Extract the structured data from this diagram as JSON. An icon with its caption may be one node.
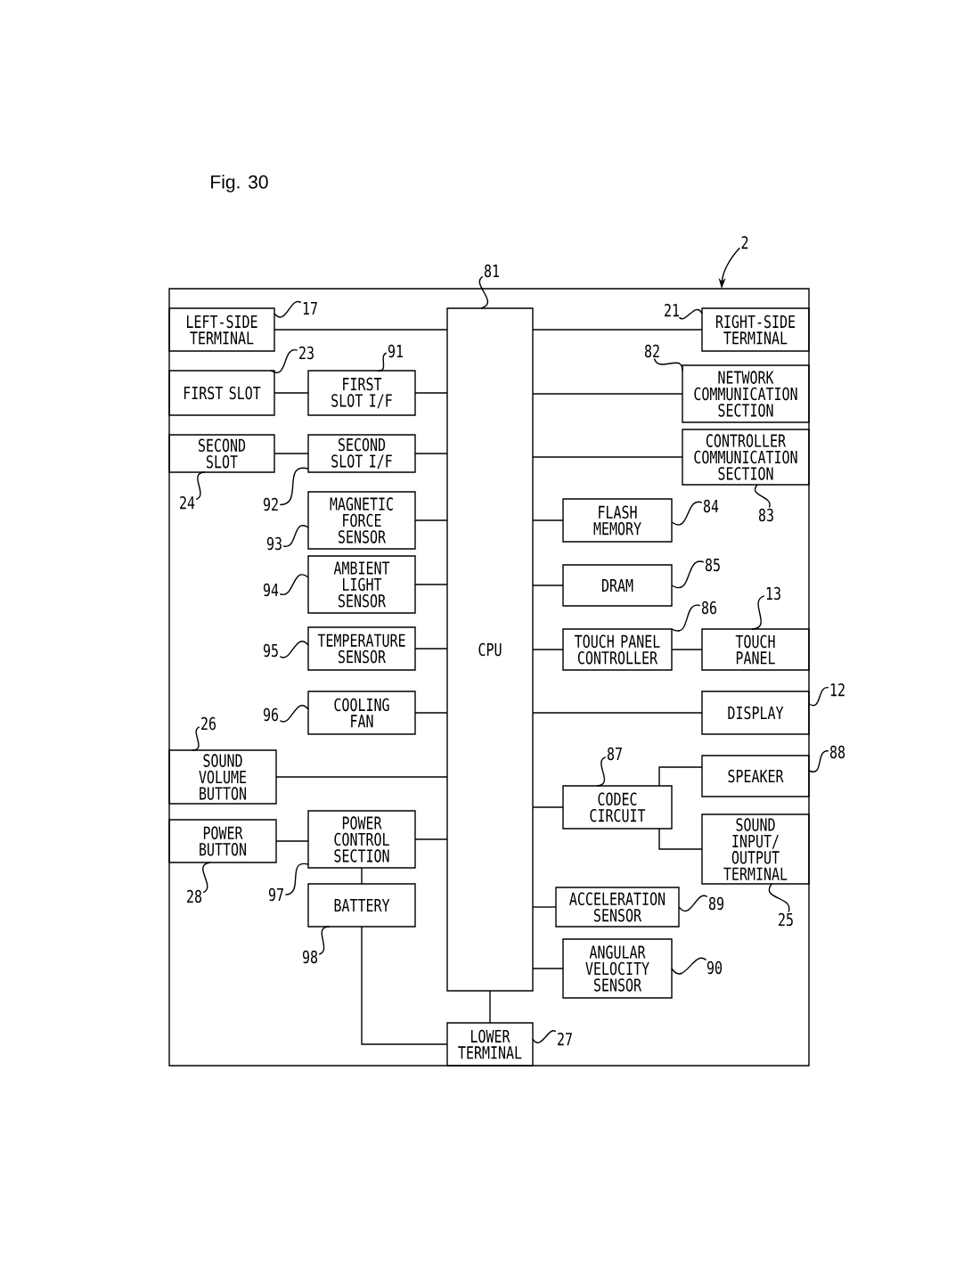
{
  "diagram": {
    "title": "Fig. 30",
    "nodes": [
      {
        "text": [],
        "shape": "box"
      },
      {
        "text": [
          "2"
        ]
      },
      {
        "text": [
          "CPU"
        ],
        "in": 0
      },
      {
        "text": [
          "81"
        ]
      },
      {
        "text": [
          "LEFT-SIDE TERMINAL"
        ],
        "in": 0
      },
      {
        "text": [
          "17"
        ],
        "in": 0
      },
      {
        "text": [
          "RIGHT-SIDE TERMINAL"
        ],
        "in": 0
      },
      {
        "text": [
          "21"
        ],
        "in": 0
      },
      {
        "text": [
          "FIRST SLOT"
        ],
        "in": 0
      },
      {
        "text": [
          "23"
        ],
        "in": 0
      },
      {
        "text": [
          "FIRST SLOT I/F"
        ],
        "in": 0
      },
      {
        "text": [
          "91"
        ],
        "in": 0
      },
      {
        "text": [
          "NETWORK COMMUNICATION SECTION"
        ],
        "in": 0
      },
      {
        "text": [
          "82"
        ],
        "in": 0
      },
      {
        "text": [
          "SECOND SLOT"
        ],
        "in": 0
      },
      {
        "text": [
          "24"
        ],
        "in": 0
      },
      {
        "text": [
          "SECOND SLOT I/F"
        ],
        "in": 0
      },
      {
        "text": [
          "92"
        ],
        "in": 0
      },
      {
        "text": [
          "CONTROLLER COMMUNICATION SECTION"
        ],
        "in": 0
      },
      {
        "text": [
          "83"
        ],
        "in": 0
      },
      {
        "text": [
          "MAGNETIC FORCE SENSOR"
        ],
        "in": 0
      },
      {
        "text": [
          "93"
        ],
        "in": 0
      },
      {
        "text": [
          "FLASH MEMORY"
        ],
        "in": 0
      },
      {
        "text": [
          "84"
        ],
        "in": 0
      },
      {
        "text": [
          "AMBIENT LIGHT SENSOR"
        ],
        "in": 0
      },
      {
        "text": [
          "94"
        ],
        "in": 0
      },
      {
        "text": [
          "DRAM"
        ],
        "in": 0
      },
      {
        "text": [
          "85"
        ],
        "in": 0
      },
      {
        "text": [
          "TEMPERATURE SENSOR"
        ],
        "in": 0
      },
      {
        "text": [
          "95"
        ],
        "in": 0
      },
      {
        "text": [
          "TOUCH PANEL CONTROLLER"
        ],
        "in": 0
      },
      {
        "text": [
          "86"
        ],
        "in": 0
      },
      {
        "text": [
          "TOUCH PANEL"
        ],
        "in": 0
      },
      {
        "text": [
          "13"
        ],
        "in": 0
      },
      {
        "text": [
          "COOLING FAN"
        ],
        "in": 0
      },
      {
        "text": [
          "96"
        ],
        "in": 0
      },
      {
        "text": [
          "DISPLAY"
        ],
        "in": 0
      },
      {
        "text": [
          "12"
        ]
      },
      {
        "text": [
          "SOUND VOLUME BUTTON"
        ],
        "in": 0
      },
      {
        "text": [
          "26"
        ],
        "in": 0
      },
      {
        "text": [
          "SPEAKER"
        ],
        "in": 0
      },
      {
        "text": [
          "88"
        ]
      },
      {
        "text": [
          "CODEC CIRCUIT"
        ],
        "in": 0
      },
      {
        "text": [
          "87"
        ],
        "in": 0
      },
      {
        "text": [
          "POWER BUTTON"
        ],
        "in": 0
      },
      {
        "text": [
          "28"
        ],
        "in": 0
      },
      {
        "text": [
          "POWER CONTROL SECTION"
        ],
        "in": 0
      },
      {
        "text": [
          "97"
        ],
        "in": 0
      },
      {
        "text": [
          "SOUND INPUT/OUTPUT TERMINAL"
        ],
        "in": 0
      },
      {
        "text": [
          "25"
        ],
        "in": 0
      },
      {
        "text": [
          "BATTERY"
        ],
        "in": 0
      },
      {
        "text": [
          "98"
        ],
        "in": 0
      },
      {
        "text": [
          "ACCELERATION SENSOR"
        ],
        "in": 0
      },
      {
        "text": [
          "89"
        ],
        "in": 0
      },
      {
        "text": [
          "ANGULAR VELOCITY SENSOR"
        ],
        "in": 0
      },
      {
        "text": [
          "90"
        ],
        "in": 0
      },
      {
        "text": [
          "LOWER TERMINAL"
        ],
        "in": 0
      },
      {
        "text": [
          "27"
        ],
        "in": 0
      }
    ],
    "edges": [
      {
        "from": 4,
        "to": 2,
        "arrow": "none"
      },
      {
        "from": 2,
        "to": 6,
        "arrow": "none"
      },
      {
        "from": 8,
        "to": 10,
        "arrow": "none"
      },
      {
        "from": 10,
        "to": 2,
        "arrow": "none"
      },
      {
        "from": 2,
        "to": 12,
        "arrow": "none"
      },
      {
        "from": 14,
        "to": 16,
        "arrow": "none"
      },
      {
        "from": 16,
        "to": 2,
        "arrow": "none"
      },
      {
        "from": 2,
        "to": 18,
        "arrow": "none"
      },
      {
        "from": 20,
        "to": 2,
        "arrow": "none"
      },
      {
        "from": 2,
        "to": 22,
        "arrow": "none"
      },
      {
        "from": 24,
        "to": 2,
        "arrow": "none"
      },
      {
        "from": 2,
        "to": 26,
        "arrow": "none"
      },
      {
        "from": 28,
        "to": 2,
        "arrow": "none"
      },
      {
        "from": 2,
        "to": 30,
        "arrow": "none"
      },
      {
        "from": 30,
        "to": 32,
        "arrow": "none"
      },
      {
        "from": 34,
        "to": 2,
        "arrow": "none"
      },
      {
        "from": 2,
        "to": 36,
        "arrow": "none"
      },
      {
        "from": 38,
        "to": 2,
        "arrow": "none"
      },
      {
        "from": 2,
        "to": 42,
        "arrow": "none"
      },
      {
        "from": 42,
        "to": 40,
        "arrow": "none"
      },
      {
        "from": 42,
        "to": 48,
        "arrow": "none"
      },
      {
        "from": 44,
        "to": 46,
        "arrow": "none"
      },
      {
        "from": 46,
        "to": 2,
        "arrow": "none"
      },
      {
        "from": 46,
        "to": 50,
        "arrow": "none"
      },
      {
        "from": 50,
        "to": 56,
        "arrow": "none"
      },
      {
        "from": 2,
        "to": 56,
        "arrow": "none"
      },
      {
        "from": 2,
        "to": 52,
        "arrow": "none"
      },
      {
        "from": 2,
        "to": 54,
        "arrow": "none"
      },
      {
        "from": 1,
        "to": 0,
        "arrow": "to"
      },
      {
        "from": 3,
        "to": 2,
        "arrow": "none"
      },
      {
        "from": 5,
        "to": 4,
        "arrow": "none"
      },
      {
        "from": 7,
        "to": 6,
        "arrow": "none"
      },
      {
        "from": 9,
        "to": 8,
        "arrow": "none"
      },
      {
        "from": 11,
        "to": 10,
        "arrow": "none"
      },
      {
        "from": 13,
        "to": 12,
        "arrow": "none"
      },
      {
        "from": 15,
        "to": 14,
        "arrow": "none"
      },
      {
        "from": 17,
        "to": 16,
        "arrow": "none"
      },
      {
        "from": 19,
        "to": 18,
        "arrow": "none"
      },
      {
        "from": 21,
        "to": 20,
        "arrow": "none"
      },
      {
        "from": 23,
        "to": 22,
        "arrow": "none"
      },
      {
        "from": 25,
        "to": 24,
        "arrow": "none"
      },
      {
        "from": 27,
        "to": 26,
        "arrow": "none"
      },
      {
        "from": 29,
        "to": 28,
        "arrow": "none"
      },
      {
        "from": 31,
        "to": 30,
        "arrow": "none"
      },
      {
        "from": 33,
        "to": 32,
        "arrow": "none"
      },
      {
        "from": 35,
        "to": 34,
        "arrow": "none"
      },
      {
        "from": 37,
        "to": 36,
        "arrow": "none"
      },
      {
        "from": 39,
        "to": 38,
        "arrow": "none"
      },
      {
        "from": 41,
        "to": 40,
        "arrow": "none"
      },
      {
        "from": 43,
        "to": 42,
        "arrow": "none"
      },
      {
        "from": 45,
        "to": 44,
        "arrow": "none"
      },
      {
        "from": 47,
        "to": 46,
        "arrow": "none"
      },
      {
        "from": 49,
        "to": 48,
        "arrow": "none"
      },
      {
        "from": 51,
        "to": 50,
        "arrow": "none"
      },
      {
        "from": 53,
        "to": 52,
        "arrow": "none"
      },
      {
        "from": 55,
        "to": 54,
        "arrow": "none"
      },
      {
        "from": 57,
        "to": 56,
        "arrow": "none"
      }
    ]
  }
}
